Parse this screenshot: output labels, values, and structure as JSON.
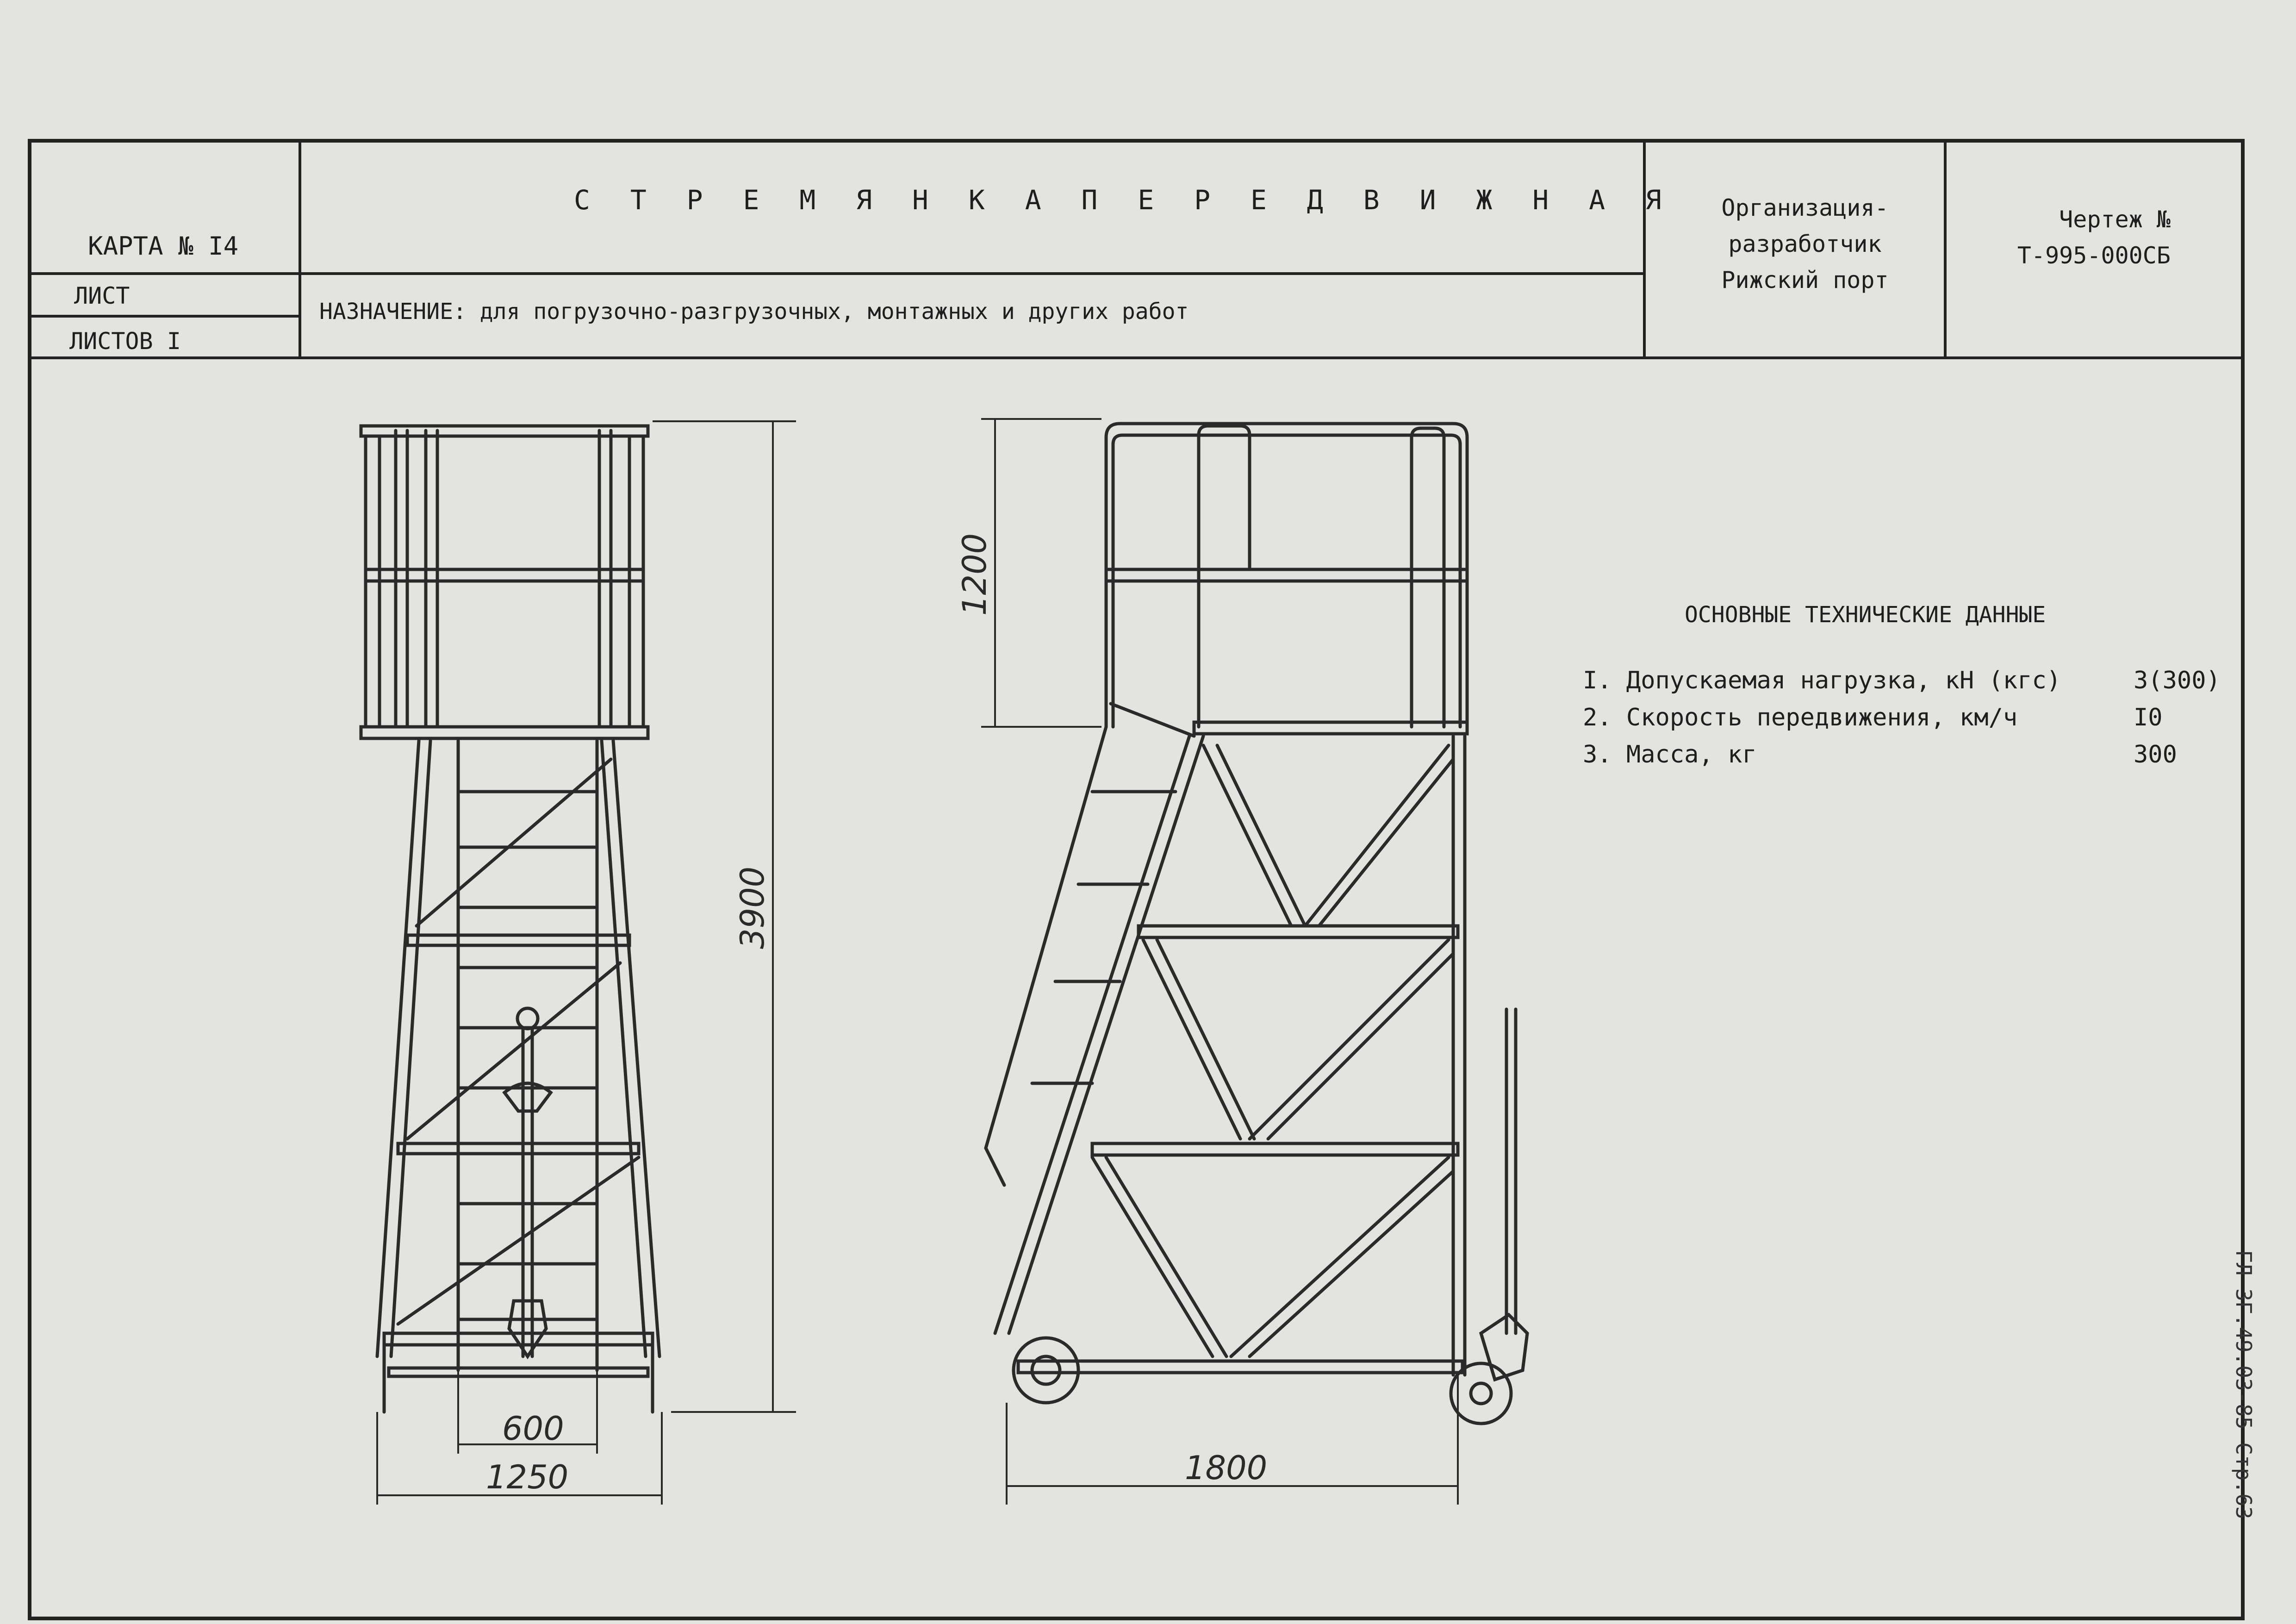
{
  "header": {
    "title": "С Т Р Е М Я Н К А   П Е Р Е Д В И Ж Н А Я",
    "card": "КАРТА № I4",
    "sheet": "ЛИСТ",
    "sheets": "ЛИСТОВ I",
    "purpose": "НАЗНАЧЕНИЕ: для погрузочно-разгрузочных, монтажных и других работ",
    "organization": [
      "Организация-",
      "разработчик",
      "Рижский порт"
    ],
    "drawing": [
      "Чертеж №",
      "Т-995-000СБ"
    ]
  },
  "technical_data": {
    "heading": "ОСНОВНЫЕ  ТЕХНИЧЕСКИЕ  ДАННЫЕ",
    "rows": [
      {
        "label": "I. Допускаемая нагрузка, кН (кгс)",
        "value": "3(300)"
      },
      {
        "label": "2. Скорость передвижения, км/ч",
        "value": "I0"
      },
      {
        "label": "3. Масса, кг",
        "value": "300"
      }
    ]
  },
  "dimensions": {
    "front_height": "3900",
    "front_inner_width": "600",
    "front_base_width": "1250",
    "side_rail_height": "1200",
    "side_base_length": "1800"
  },
  "margin_note": "ГЛ 3Г.49.03-85 Стр.63"
}
